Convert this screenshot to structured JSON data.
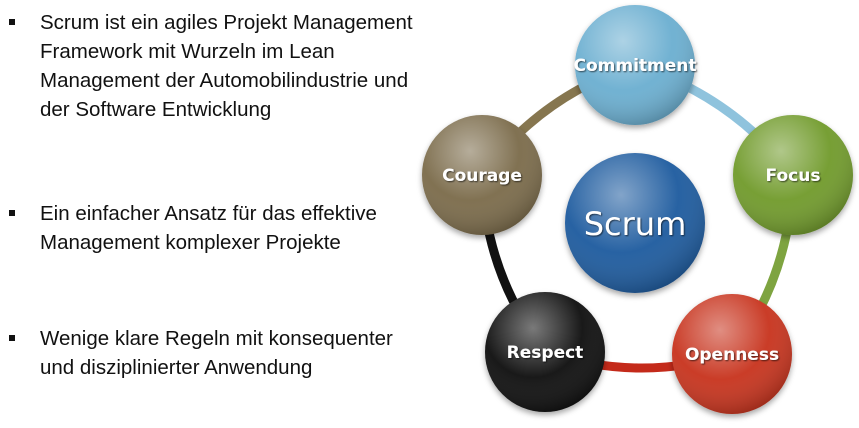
{
  "bullets": [
    {
      "text": "Scrum ist ein agiles Projekt Management Framework mit Wurzeln im Lean Management der Automobilindustrie und der Software Entwicklung"
    },
    {
      "text": "Ein einfacher Ansatz für das effektive Management komplexer Projekte"
    },
    {
      "text": "Wenige klare Regeln mit konsequenter und disziplinierter Anwendung"
    }
  ],
  "diagram": {
    "center": {
      "label": "Scrum",
      "color": "#1f5a9e"
    },
    "nodes": [
      {
        "label": "Commitment",
        "color": "#6aaed0"
      },
      {
        "label": "Focus",
        "color": "#6f9a2c"
      },
      {
        "label": "Openness",
        "color": "#c7301a"
      },
      {
        "label": "Respect",
        "color": "#0b0b0b"
      },
      {
        "label": "Courage",
        "color": "#7a6a4a"
      }
    ],
    "connectors": [
      {
        "from": "Commitment",
        "to": "Focus",
        "color": "#8fc3dd"
      },
      {
        "from": "Focus",
        "to": "Openness",
        "color": "#7ea440"
      },
      {
        "from": "Openness",
        "to": "Respect",
        "color": "#c42a1a"
      },
      {
        "from": "Respect",
        "to": "Courage",
        "color": "#111111"
      },
      {
        "from": "Courage",
        "to": "Commitment",
        "color": "#86764f"
      }
    ]
  }
}
